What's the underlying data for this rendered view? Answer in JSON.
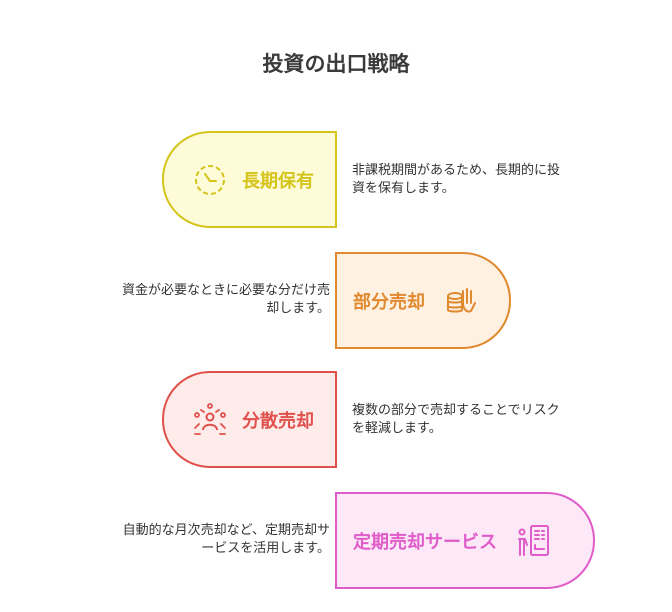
{
  "title": "投資の出口戦略",
  "items": [
    {
      "label": "長期保有",
      "description": "非課税期間があるため、長期的に投資を保有します。",
      "icon": "clock-icon",
      "color": "#d4c41c",
      "fill": "#fefbd8"
    },
    {
      "label": "部分売却",
      "description": "資金が必要なときに必要な分だけ売却します。",
      "icon": "hand-coins-icon",
      "color": "#e0892e",
      "fill": "#fef1e2"
    },
    {
      "label": "分散売却",
      "description": "複数の部分で売却することでリスクを軽減します。",
      "icon": "people-network-icon",
      "color": "#e0504c",
      "fill": "#fdecea"
    },
    {
      "label": "定期売却サービス",
      "description": "自動的な月次売却など、定期売却サービスを活用します。",
      "icon": "vending-machine-icon",
      "color": "#e05cc8",
      "fill": "#fde8f8"
    }
  ]
}
